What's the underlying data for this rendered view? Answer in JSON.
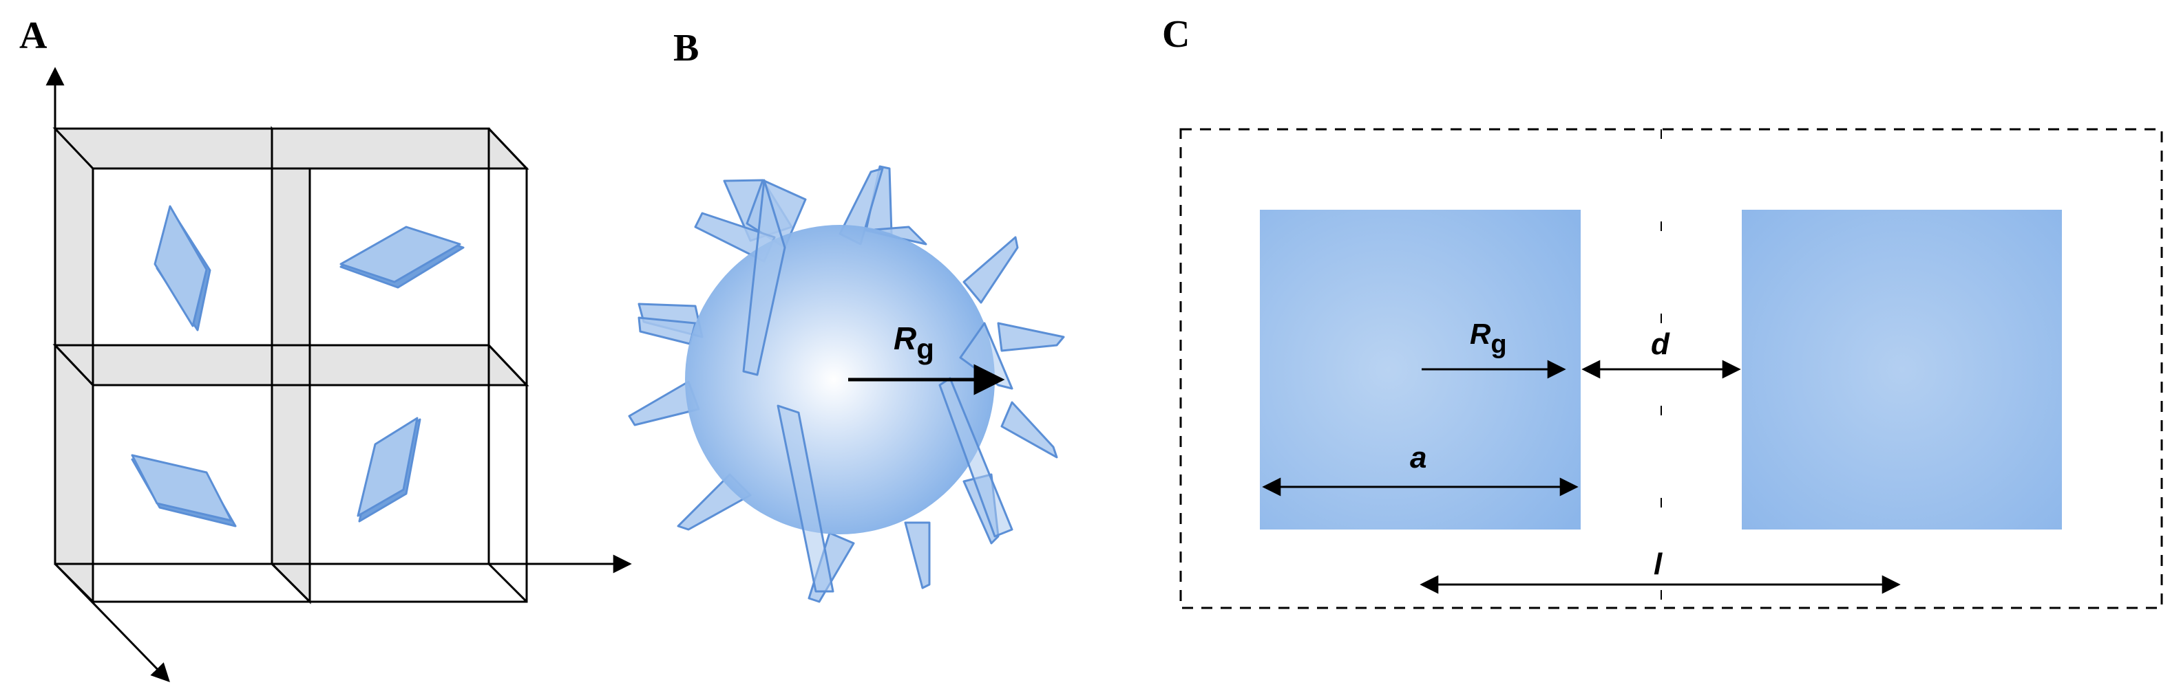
{
  "panels": {
    "a": {
      "letter": "A"
    },
    "b": {
      "letter": "B",
      "radius_label": "R",
      "radius_sub": "g"
    },
    "c": {
      "letter": "C",
      "radius_label": "R",
      "radius_sub": "g",
      "gap_label": "d",
      "width_label": "a",
      "period_label": "l"
    }
  },
  "colors": {
    "particle_fill": "#a9c8ee",
    "particle_edge": "#5b8fd6",
    "cube_fill": "#e4e4e4",
    "sphere_center": "#ffffff",
    "sphere_edge": "#7aaae6",
    "square_center": "#b9d3f2",
    "square_edge": "#8cb6ea",
    "line": "#000000"
  }
}
